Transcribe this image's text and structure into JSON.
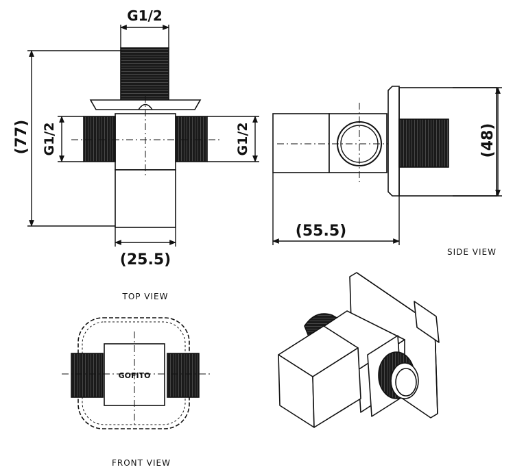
{
  "dimensions": {
    "top_thread": "G1/2",
    "left_thread": "G1/2",
    "right_thread": "G1/2",
    "overall_height": "(77)",
    "body_width": "(25.5)",
    "side_length": "(55.5)",
    "side_height": "(48)"
  },
  "labels": {
    "top_view": "TOP VIEW",
    "side_view": "SIDE VIEW",
    "front_view": "FRONT VIEW",
    "brand": "GOFITO"
  },
  "colors": {
    "line": "#111111",
    "fill": "#ffffff"
  }
}
